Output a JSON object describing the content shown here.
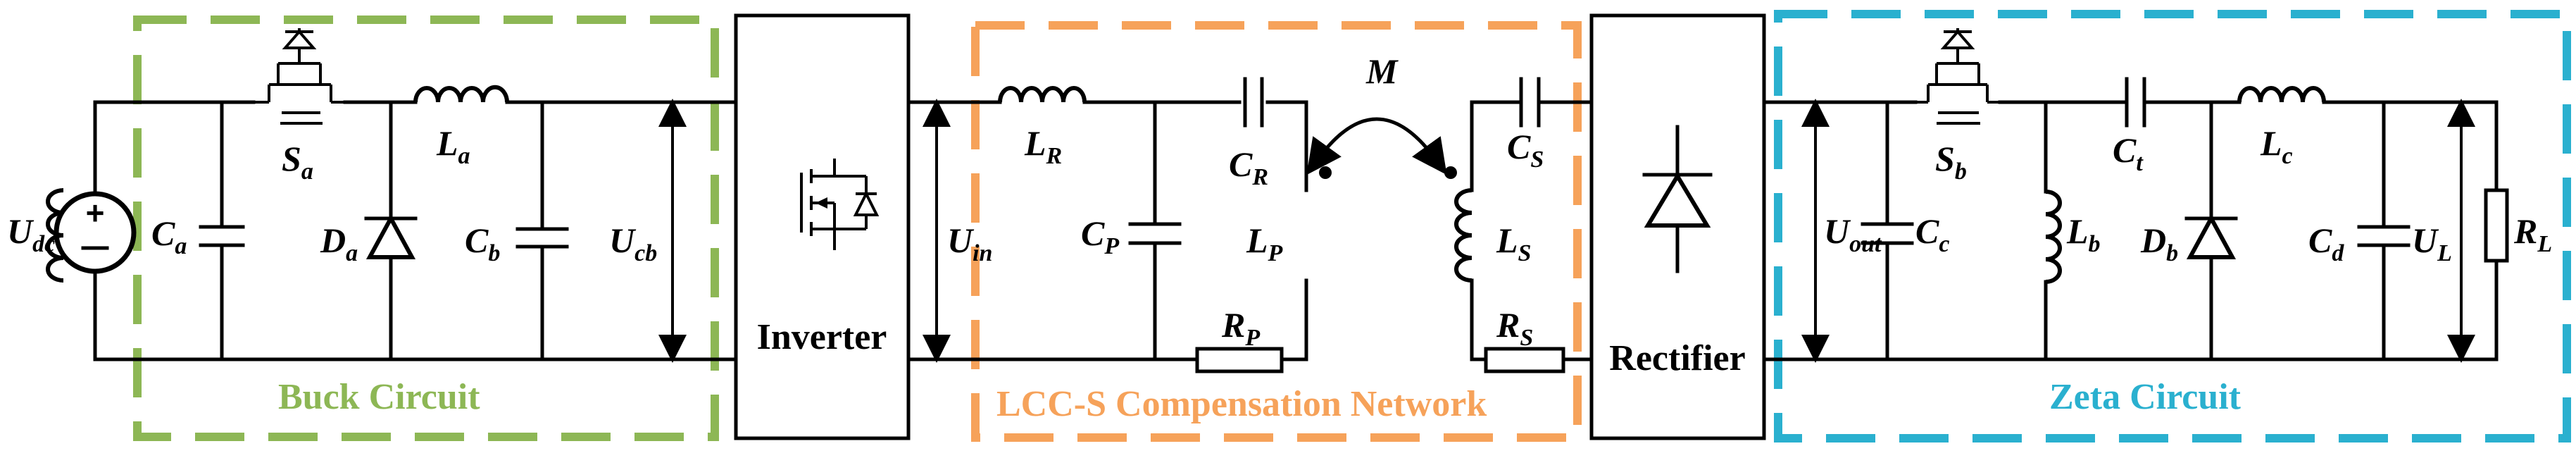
{
  "regions": {
    "buck": {
      "label": "Buck Circuit",
      "color": "#8DB755"
    },
    "lcc": {
      "label": "LCC-S Compensation Network",
      "color": "#F6A25A"
    },
    "zeta": {
      "label": "Zeta Circuit",
      "color": "#2AB0CF"
    }
  },
  "blocks": {
    "inverter": "Inverter",
    "rectifier": "Rectifier"
  },
  "labels": {
    "udc": {
      "main": "U",
      "sub": "dc"
    },
    "ca": {
      "main": "C",
      "sub": "a"
    },
    "sa": {
      "main": "S",
      "sub": "a"
    },
    "da": {
      "main": "D",
      "sub": "a"
    },
    "la": {
      "main": "L",
      "sub": "a"
    },
    "cb": {
      "main": "C",
      "sub": "b"
    },
    "ucb": {
      "main": "U",
      "sub": "cb"
    },
    "uin": {
      "main": "U",
      "sub": "in"
    },
    "lr": {
      "main": "L",
      "sub": "R"
    },
    "cp": {
      "main": "C",
      "sub": "P"
    },
    "cr": {
      "main": "C",
      "sub": "R"
    },
    "rp": {
      "main": "R",
      "sub": "P"
    },
    "lp": {
      "main": "L",
      "sub": "P"
    },
    "m": {
      "main": "M"
    },
    "ls": {
      "main": "L",
      "sub": "S"
    },
    "cs": {
      "main": "C",
      "sub": "S"
    },
    "rs": {
      "main": "R",
      "sub": "S"
    },
    "uout": {
      "main": "U",
      "sub": "out"
    },
    "cc": {
      "main": "C",
      "sub": "c"
    },
    "sb": {
      "main": "S",
      "sub": "b"
    },
    "lb": {
      "main": "L",
      "sub": "b"
    },
    "ct": {
      "main": "C",
      "sub": "t"
    },
    "db": {
      "main": "D",
      "sub": "b"
    },
    "lc": {
      "main": "L",
      "sub": "c"
    },
    "cd": {
      "main": "C",
      "sub": "d"
    },
    "ul": {
      "main": "U",
      "sub": "L"
    },
    "rl": {
      "main": "R",
      "sub": "L"
    }
  }
}
